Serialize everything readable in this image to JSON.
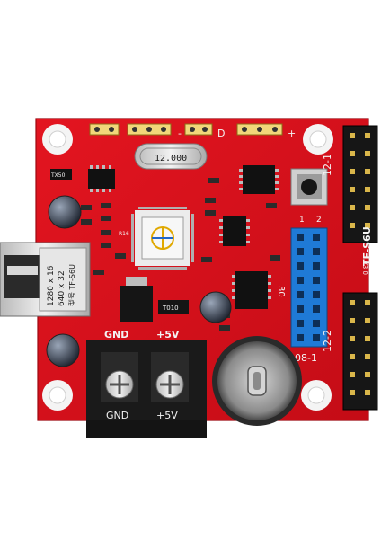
{
  "board": {
    "model_label": "TF-S6U",
    "version_label": "V3.0",
    "resolution_label_1": "1280 x 16",
    "resolution_label_2": "640 x 32",
    "resolution_label_3": "型号 TF-S6U",
    "crystal_label": "12.000",
    "power_label_gnd": "GND",
    "power_label_5v": "+5V",
    "terminal_label_gnd": "GND",
    "terminal_label_5v": "+5V",
    "header_label_12_1": "12-1",
    "header_label_12_2": "12-2",
    "header_label_08_1": "08-1",
    "header_label_30": "30",
    "header_label_1": "1",
    "header_label_2": "2",
    "pin_label_d": "D",
    "pin_label_plus": "+",
    "pin_label_minus": "-",
    "fuse_label": "T010",
    "chip_label_tx": "TX50",
    "chip_label_r16": "R16"
  },
  "colors": {
    "pcb": "#d8101a",
    "pcb_shadow": "#a80a12",
    "silk": "#f3f3f3",
    "header_black": "#161616",
    "header_blue": "#1f7ad6",
    "metal": "#c9c9c9",
    "gold": "#d9b64a"
  }
}
